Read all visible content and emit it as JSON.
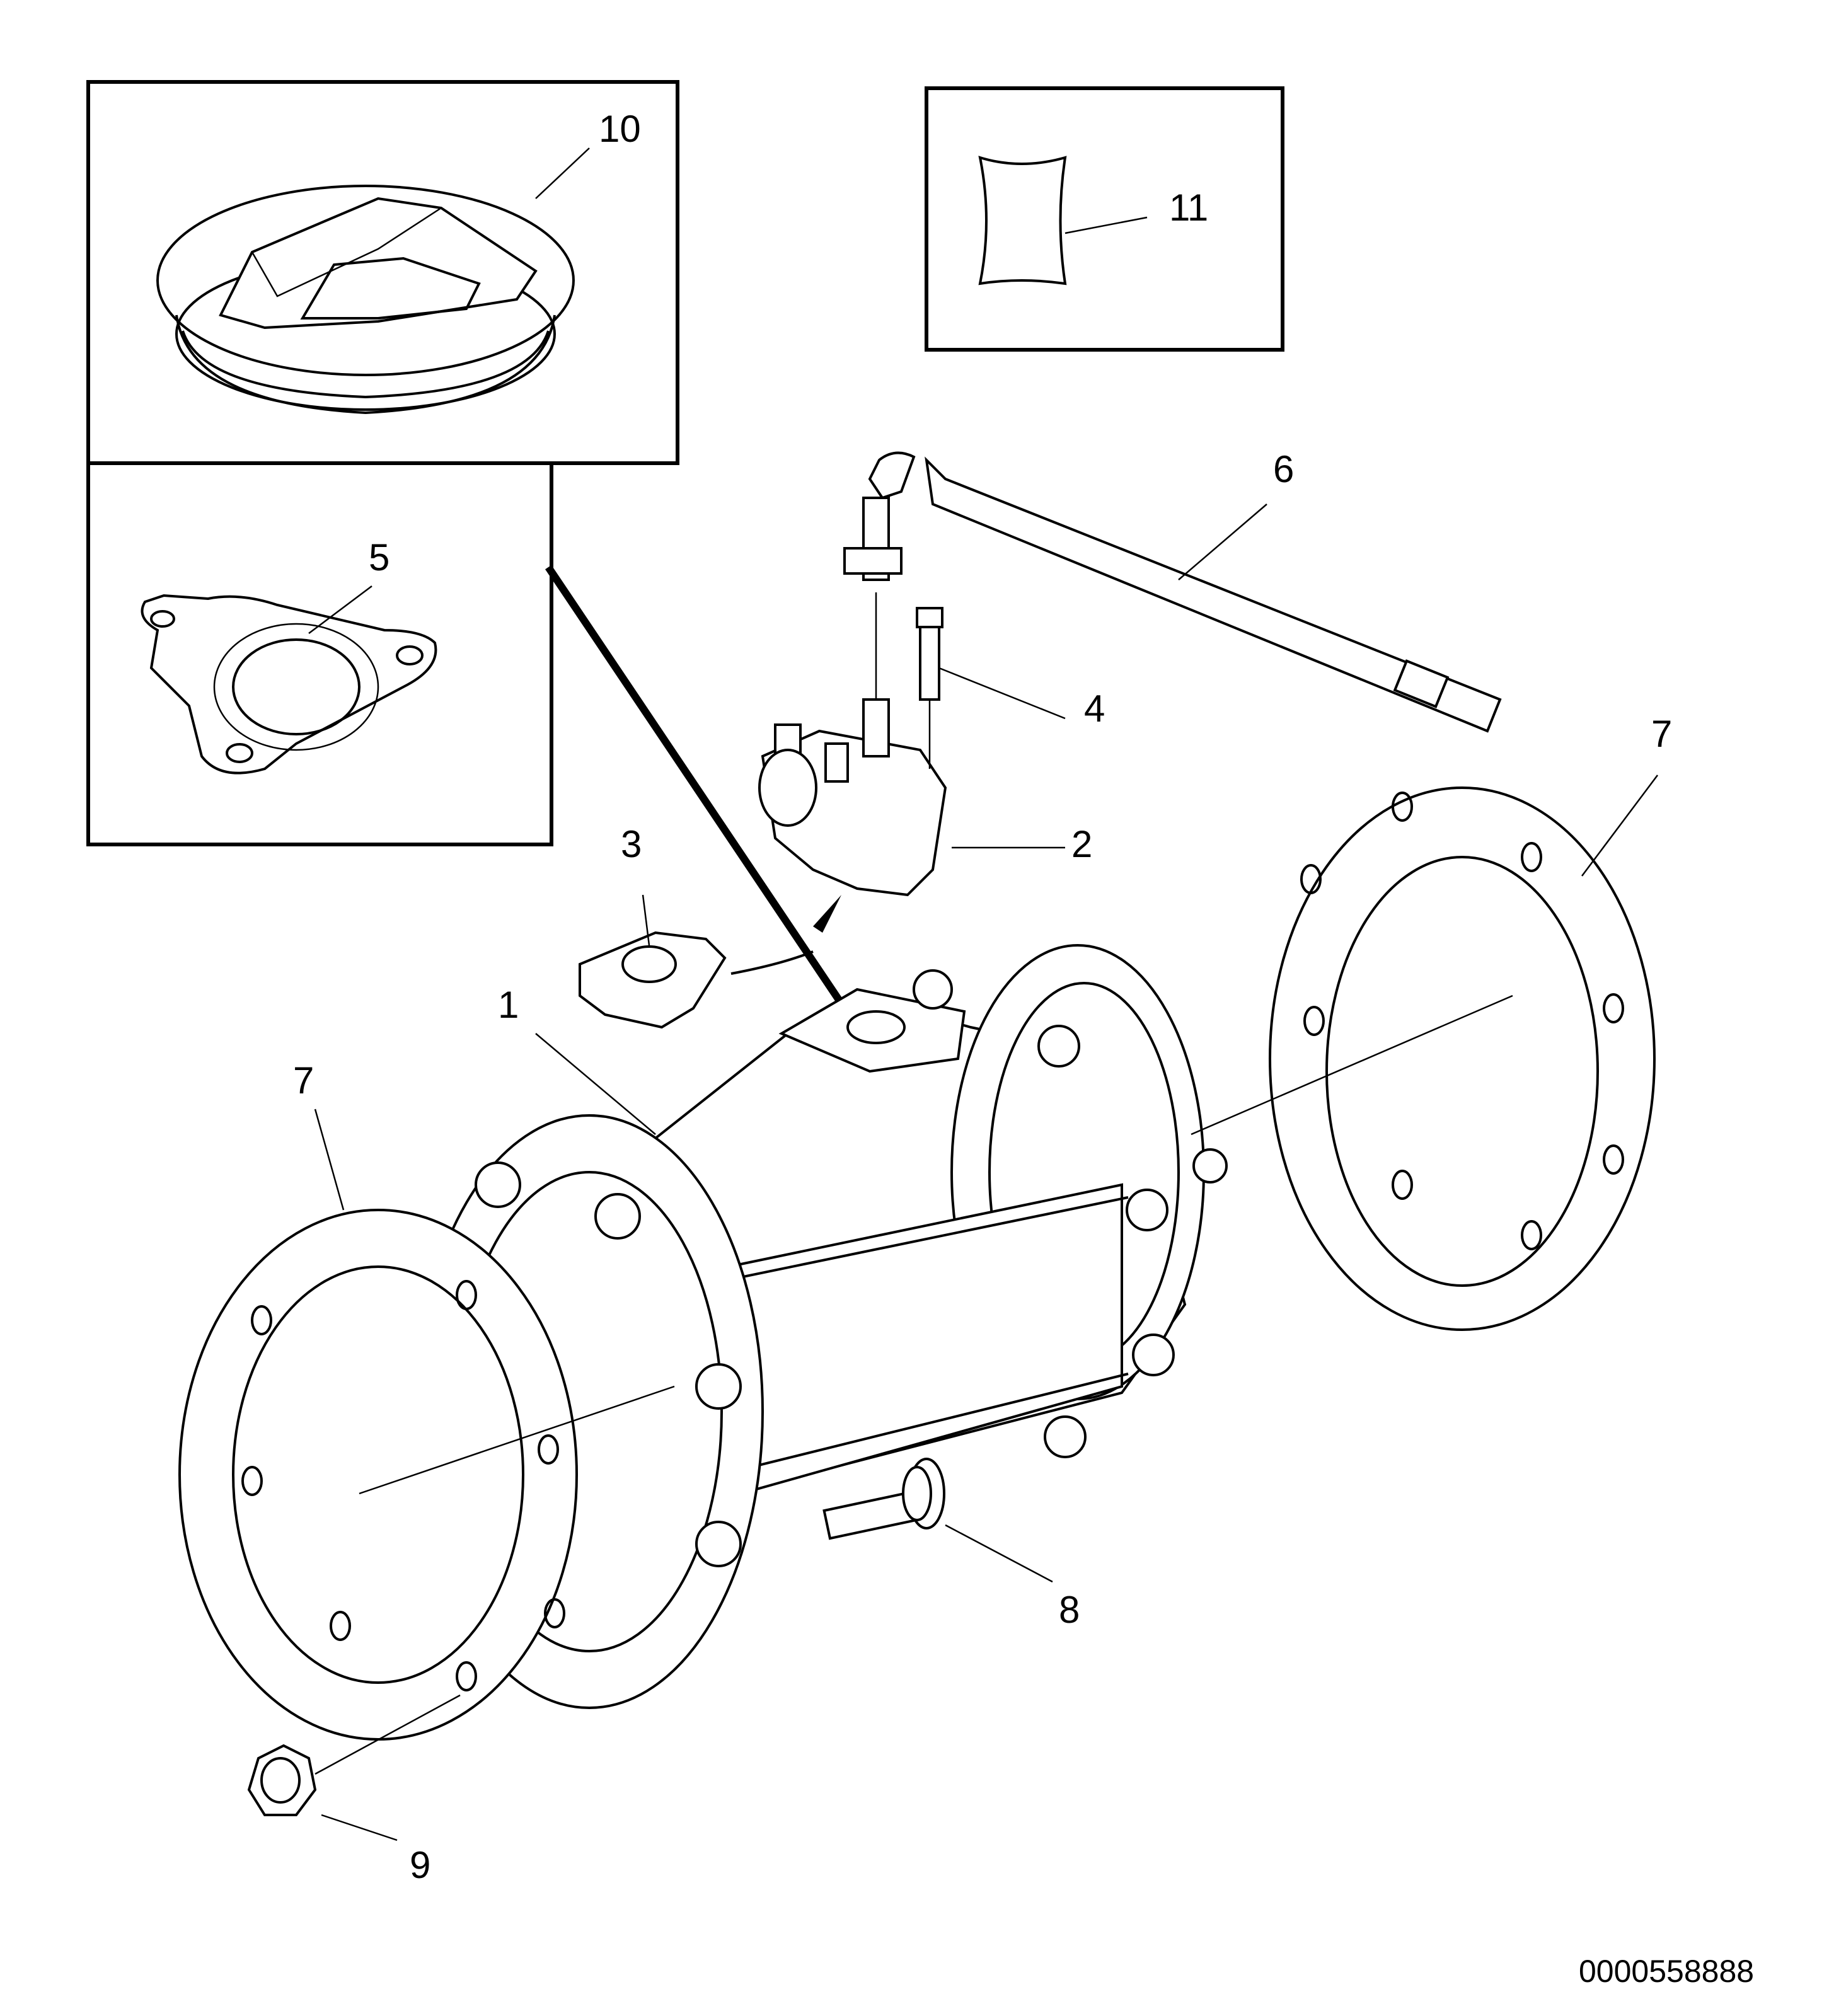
{
  "diagram": {
    "callouts": [
      {
        "id": "1",
        "label": "1"
      },
      {
        "id": "2",
        "label": "2"
      },
      {
        "id": "3",
        "label": "3"
      },
      {
        "id": "4",
        "label": "4"
      },
      {
        "id": "5",
        "label": "5"
      },
      {
        "id": "6",
        "label": "6"
      },
      {
        "id": "7a",
        "label": "7"
      },
      {
        "id": "7b",
        "label": "7"
      },
      {
        "id": "8",
        "label": "8"
      },
      {
        "id": "9",
        "label": "9"
      },
      {
        "id": "10",
        "label": "10"
      },
      {
        "id": "11",
        "label": "11"
      }
    ],
    "document_number": "0000558888"
  }
}
